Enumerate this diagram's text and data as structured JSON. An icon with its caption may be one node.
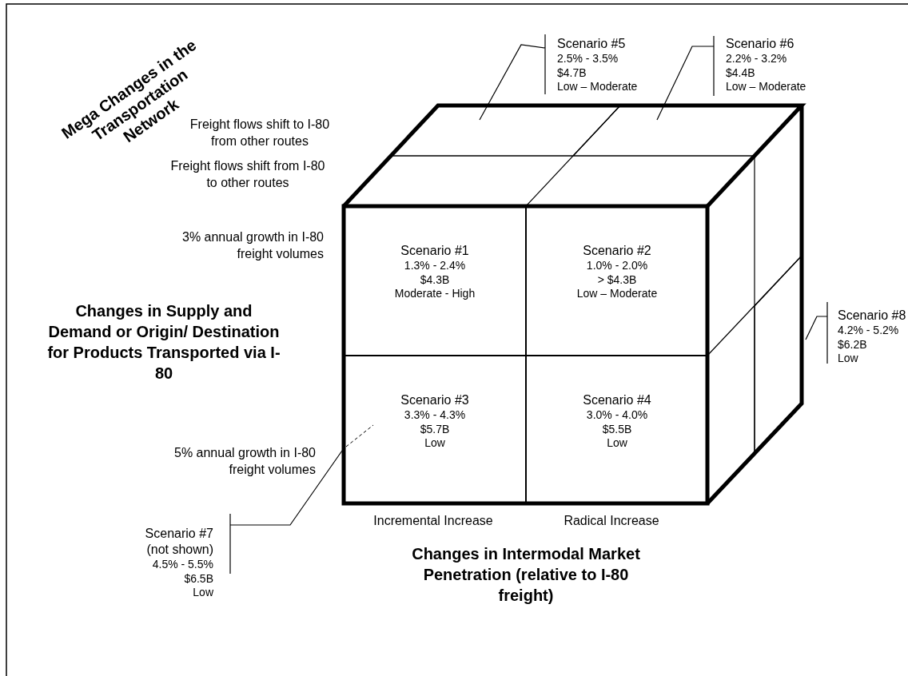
{
  "diagram": {
    "title": "Mega Changes in the Transportation Network",
    "nodes": [
      {
        "text": [
          "Scenario #1",
          "1.3% - 2.4%",
          "$4.3B",
          "Moderate - High"
        ]
      },
      {
        "text": [
          "Scenario #2",
          "1.0% - 2.0%",
          "> $4.3B",
          "Low – Moderate"
        ]
      },
      {
        "text": [
          "Scenario #3",
          "3.3% - 4.3%",
          "$5.7B",
          "Low"
        ]
      },
      {
        "text": [
          "Scenario #4",
          "3.0% - 4.0%",
          "$5.5B",
          "Low"
        ]
      },
      {
        "text": [
          "Scenario #5",
          "2.5% - 3.5%",
          "$4.7B",
          "Low – Moderate"
        ]
      },
      {
        "text": [
          "Scenario #6",
          "2.2% - 3.2%",
          "$4.4B",
          "Low – Moderate"
        ]
      },
      {
        "text": [
          "Scenario #7",
          "(not shown)",
          "4.5% - 5.5%",
          "$6.5B",
          "Low"
        ]
      },
      {
        "text": [
          "Scenario #8",
          "4.2% - 5.2%",
          "$6.2B",
          "Low"
        ]
      },
      {
        "text": [],
        "shape": "box"
      },
      {
        "text": [],
        "shape": "box"
      },
      {
        "text": [],
        "shape": "box"
      }
    ],
    "edges": [
      {
        "from": 4,
        "to": 8,
        "arrow": "none"
      },
      {
        "from": 5,
        "to": 9,
        "arrow": "none"
      },
      {
        "from": 6,
        "to": 2,
        "arrow": "none"
      },
      {
        "from": 7,
        "to": 10,
        "arrow": "none"
      }
    ],
    "labels": [
      "Freight flows shift to I-80 from other routes",
      "Freight flows shift from I-80 to other routes",
      "3% annual growth in I-80 freight volumes",
      "Changes in Supply and Demand or Origin/ Destination for Products Transported via I-80",
      "5% annual growth in I-80 freight volumes",
      "Incremental Increase",
      "Radical Increase",
      "Changes in Intermodal Market Penetration (relative to I-80 freight)"
    ]
  }
}
